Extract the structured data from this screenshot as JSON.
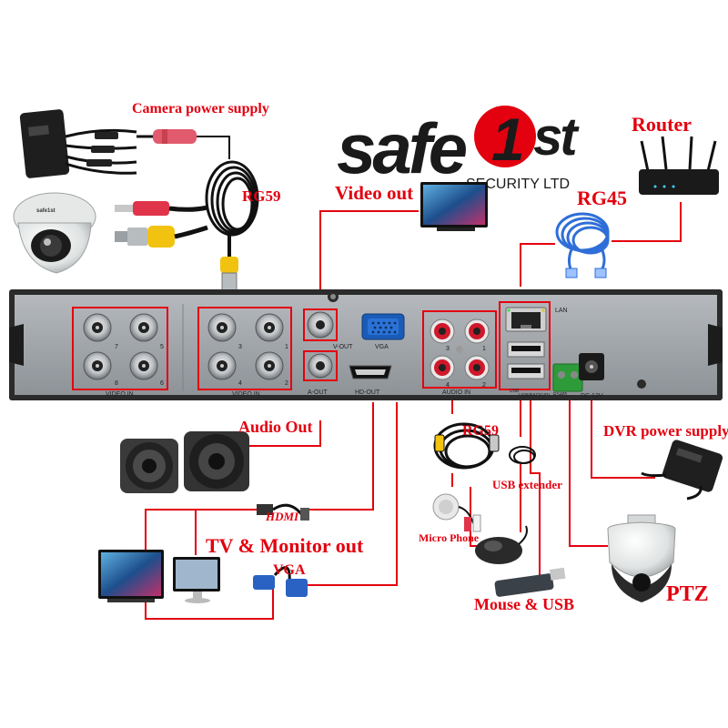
{
  "brand": {
    "name_left": "safe",
    "name_digit": "1",
    "name_right": "st",
    "tagline": "SECURITY LTD",
    "camera_badge": "safe1st"
  },
  "labels": {
    "camera_power_supply": "Camera power supply",
    "rg59_camera": "RG59",
    "video_out": "Video out",
    "router": "Router",
    "rg45": "RG45",
    "audio_out": "Audio Out",
    "rg59_audio": "RG59",
    "usb_extender": "USB extender",
    "dvr_power_supply": "DVR power supply",
    "hdmi": "HDMI",
    "tv_monitor_out": "TV & Monitor out",
    "vga": "VGA",
    "micro_phone": "Micro Phone",
    "mouse_usb": "Mouse & USB",
    "ptz": "PTZ"
  },
  "dvr_panel": {
    "video_in_left": "VIDEO IN",
    "video_in_right": "VIDEO IN",
    "v_out": "V-OUT",
    "a_out": "A-OUT",
    "vga_port": "VGA",
    "hd_out": "HD-OUT",
    "audio_in": "AUDIO IN",
    "lan": "LAN",
    "usb_top": "USB",
    "usb_bottom": "USB(BACKUP)",
    "dc_12v": "DC 12V",
    "rs485": "RS485",
    "bnc_numbers": [
      "7",
      "5",
      "8",
      "6",
      "3",
      "1",
      "4",
      "2"
    ],
    "audio_numbers": [
      "3",
      "1",
      "4",
      "2"
    ]
  },
  "colors": {
    "connector_line": "#e3000f",
    "cable_black": "#111111",
    "panel": "#9ea3a8",
    "brand_red": "#e3000f"
  }
}
